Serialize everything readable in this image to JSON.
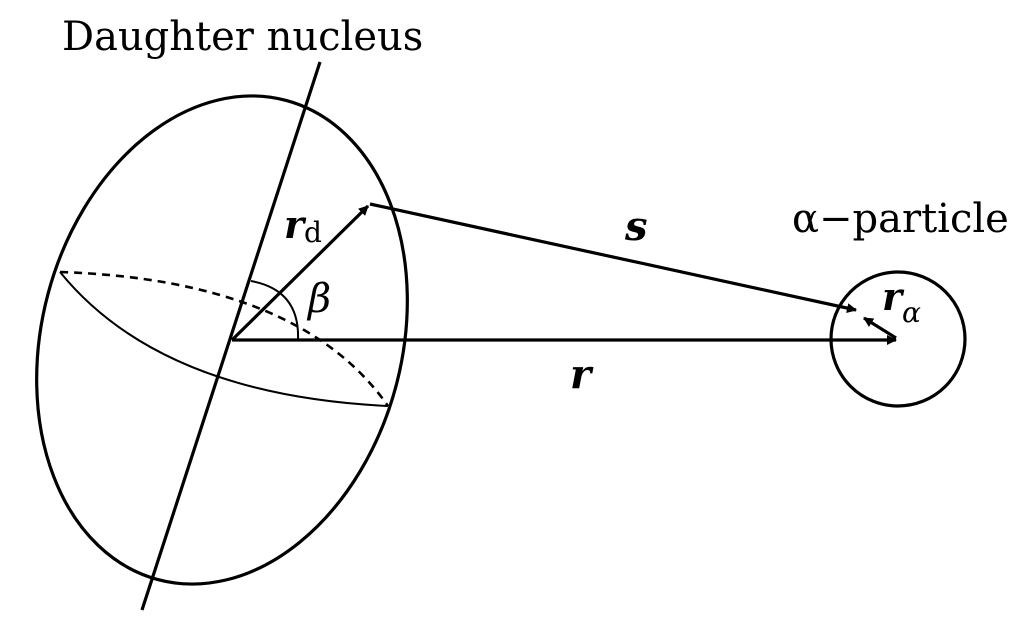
{
  "labels": {
    "daughter_nucleus": "Daughter nucleus",
    "alpha_particle": "α−particle",
    "vec_rd_main": "r",
    "vec_rd_sub": "d",
    "vec_s": "s",
    "vec_r": "r",
    "vec_ralpha_main": "r",
    "vec_ralpha_sub": "α",
    "angle_beta": "β"
  }
}
